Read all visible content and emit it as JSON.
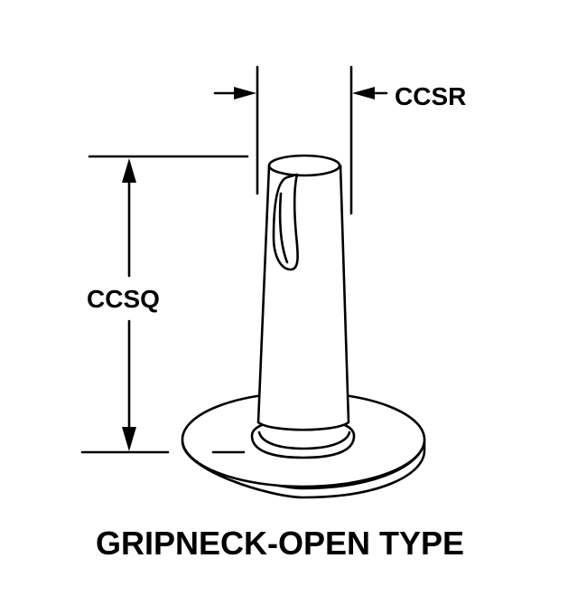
{
  "labels": {
    "dim_diameter": "CCSR",
    "dim_height": "CCSQ",
    "caption": "GRIPNECK-OPEN TYPE"
  },
  "colors": {
    "line": "#000000",
    "background": "#ffffff"
  }
}
